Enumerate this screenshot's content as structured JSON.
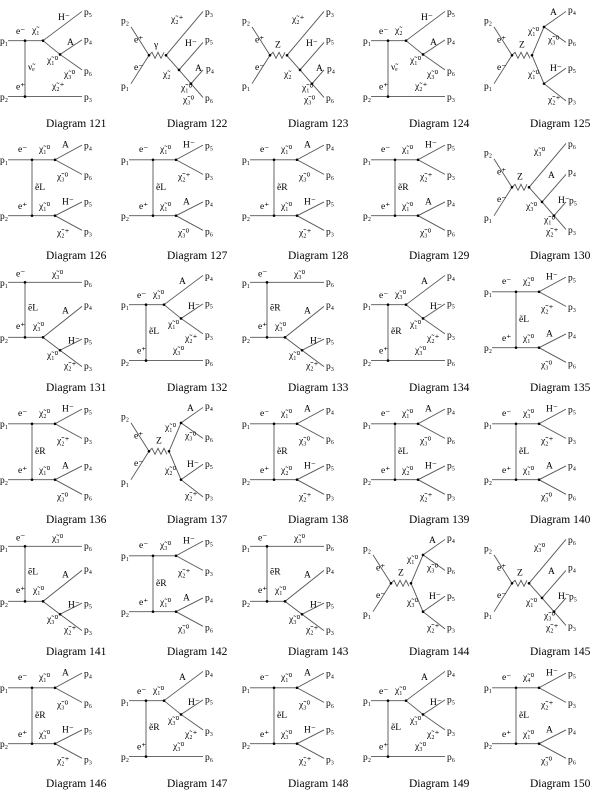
{
  "common": {
    "p1": "p₁",
    "p2": "p₂",
    "e_minus": "e⁻",
    "e_plus": "e⁺"
  },
  "diagrams": [
    {
      "caption": "Diagram 121",
      "type": "tc_top",
      "labels": [
        "χ̃₁",
        "H⁻",
        "p₅",
        "χ̃₁⁰",
        "A",
        "p₄",
        "χ̃₃⁰",
        "p₆",
        "ν̃ₑ",
        "χ̃₂⁺",
        "p₃"
      ]
    },
    {
      "caption": "Diagram 122",
      "type": "s_cascade",
      "labels": [
        "γ",
        "χ̃₂⁺",
        "p₃",
        "χ̃₂",
        "H⁻",
        "p₅",
        "χ̃₁⁰",
        "A",
        "p₄",
        "χ̃₃⁰",
        "p₆"
      ]
    },
    {
      "caption": "Diagram 123",
      "type": "s_cascade",
      "labels": [
        "Z",
        "χ̃₂⁺",
        "p₃",
        "χ̃₂",
        "H⁻",
        "p₅",
        "χ̃₁⁰",
        "A",
        "p₄",
        "χ̃₃⁰",
        "p₆"
      ]
    },
    {
      "caption": "Diagram 124",
      "type": "tc_top",
      "labels": [
        "χ̃₂",
        "H⁻",
        "p₅",
        "χ̃₁⁰",
        "A",
        "p₄",
        "χ̃₃⁰",
        "p₆",
        "ν̃ₑ",
        "χ̃₂⁺",
        "p₃"
      ]
    },
    {
      "caption": "Diagram 125",
      "type": "s_split",
      "labels": [
        "Z",
        "χ̃₁⁰",
        "A",
        "p₄",
        "χ̃₃⁰",
        "p₆",
        "χ̃₁⁰",
        "H⁻",
        "p₅",
        "χ̃₂⁺",
        "p₃"
      ]
    },
    {
      "caption": "Diagram 126",
      "type": "tt",
      "labels": [
        "χ̃₁⁰",
        "A",
        "p₄",
        "χ̃₃⁰",
        "p₆",
        "ẽL",
        "χ̃₁⁰",
        "H⁻",
        "p₅",
        "χ̃₂⁺",
        "p₃"
      ]
    },
    {
      "caption": "Diagram 127",
      "type": "tt",
      "labels": [
        "χ̃₁⁰",
        "H⁻",
        "p₅",
        "χ̃₂⁺",
        "p₃",
        "ẽL",
        "χ̃₁⁰",
        "A",
        "p₄",
        "χ̃₃⁰",
        "p₆"
      ]
    },
    {
      "caption": "Diagram 128",
      "type": "tt",
      "labels": [
        "χ̃₁⁰",
        "A",
        "p₄",
        "χ̃₃⁰",
        "p₆",
        "ẽR",
        "χ̃₁⁰",
        "H⁻",
        "p₅",
        "χ̃₂⁺",
        "p₃"
      ]
    },
    {
      "caption": "Diagram 129",
      "type": "tt",
      "labels": [
        "χ̃₁⁰",
        "H⁻",
        "p₅",
        "χ̃₂⁺",
        "p₃",
        "ẽR",
        "χ̃₁⁰",
        "A",
        "p₄",
        "χ̃₃⁰",
        "p₆"
      ]
    },
    {
      "caption": "Diagram 130",
      "type": "s_cascade",
      "labels": [
        "Z",
        "χ̃₃⁰",
        "p₆",
        "χ̃₃⁰",
        "A",
        "p₄",
        "χ̃₁⁰",
        "H⁻",
        "p₅",
        "χ̃₂⁺",
        "p₃"
      ]
    },
    {
      "caption": "Diagram 131",
      "type": "tc_bot",
      "labels": [
        "χ̃₃⁰",
        "p₆",
        "ẽL",
        "χ̃₃⁰",
        "A",
        "p₄",
        "χ̃₁⁰",
        "H⁻",
        "p₅",
        "χ̃₂⁺",
        "p₃"
      ]
    },
    {
      "caption": "Diagram 132",
      "type": "tc_top",
      "labels": [
        "χ̃₃⁰",
        "A",
        "p₄",
        "χ̃₁⁰",
        "H⁻",
        "p₅",
        "χ̃₂⁺",
        "p₃",
        "ẽL",
        "χ̃₃⁰",
        "p₆"
      ]
    },
    {
      "caption": "Diagram 133",
      "type": "tc_bot",
      "labels": [
        "χ̃₃⁰",
        "p₆",
        "ẽR",
        "χ̃₃⁰",
        "A",
        "p₄",
        "χ̃₁⁰",
        "H⁻",
        "p₅",
        "χ̃₂⁺",
        "p₃"
      ]
    },
    {
      "caption": "Diagram 134",
      "type": "tc_top",
      "labels": [
        "χ̃₃⁰",
        "A",
        "p₄",
        "χ̃₁⁰",
        "H⁻",
        "p₅",
        "χ̃₂⁺",
        "p₃",
        "ẽR",
        "χ̃₃⁰",
        "p₆"
      ]
    },
    {
      "caption": "Diagram 135",
      "type": "tt",
      "labels": [
        "χ̃₂⁰",
        "H⁻",
        "p₅",
        "χ̃₂⁺",
        "p₃",
        "ẽL",
        "χ̃₁⁰",
        "A",
        "p₄",
        "χ̃₃⁰",
        "p₆"
      ]
    },
    {
      "caption": "Diagram 136",
      "type": "tt",
      "labels": [
        "χ̃₂⁰",
        "H⁻",
        "p₅",
        "χ̃₂⁺",
        "p₃",
        "ẽR",
        "χ̃₁⁰",
        "A",
        "p₄",
        "χ̃₃⁰",
        "p₆"
      ]
    },
    {
      "caption": "Diagram 137",
      "type": "s_split",
      "labels": [
        "Z",
        "χ̃₁⁰",
        "A",
        "p₄",
        "χ̃₃⁰",
        "p₆",
        "χ̃₂⁰",
        "H⁻",
        "p₅",
        "χ̃₂⁺",
        "p₃"
      ]
    },
    {
      "caption": "Diagram 138",
      "type": "tt",
      "labels": [
        "χ̃₁⁰",
        "A",
        "p₄",
        "χ̃₃⁰",
        "p₆",
        "ẽR",
        "χ̃₂⁰",
        "H⁻",
        "p₅",
        "χ̃₂⁺",
        "p₃"
      ]
    },
    {
      "caption": "Diagram 139",
      "type": "tt",
      "labels": [
        "χ̃₁⁰",
        "A",
        "p₄",
        "χ̃₃⁰",
        "p₆",
        "ẽL",
        "χ̃₂⁰",
        "H⁻",
        "p₅",
        "χ̃₂⁺",
        "p₃"
      ]
    },
    {
      "caption": "Diagram 140",
      "type": "tt",
      "labels": [
        "χ̃₃⁰",
        "H⁻",
        "p₅",
        "χ̃₂⁺",
        "p₃",
        "ẽL",
        "χ̃₁⁰",
        "A",
        "p₄",
        "χ̃₃⁰",
        "p₆"
      ]
    },
    {
      "caption": "Diagram 141",
      "type": "tc_bot",
      "labels": [
        "χ̃₃⁰",
        "p₆",
        "ẽL",
        "χ̃₁⁰",
        "A",
        "p₄",
        "χ̃₃⁰",
        "H⁻",
        "p₅",
        "χ̃₂⁺",
        "p₃"
      ]
    },
    {
      "caption": "Diagram 142",
      "type": "tt",
      "labels": [
        "χ̃₃⁰",
        "H⁻",
        "p₅",
        "χ̃₂⁺",
        "p₃",
        "ẽR",
        "χ̃₁⁰",
        "A",
        "p₄",
        "χ̃₃⁰",
        "p₆"
      ]
    },
    {
      "caption": "Diagram 143",
      "type": "tc_bot",
      "labels": [
        "χ̃₃⁰",
        "p₆",
        "ẽR",
        "χ̃₁⁰",
        "A",
        "p₄",
        "χ̃₃⁰",
        "H⁻",
        "p₅",
        "χ̃₂⁺",
        "p₃"
      ]
    },
    {
      "caption": "Diagram 144",
      "type": "s_split",
      "labels": [
        "Z",
        "χ̃₁⁰",
        "A",
        "p₄",
        "χ̃₃⁰",
        "p₆",
        "χ̃₃⁰",
        "H⁻",
        "p₅",
        "χ̃₂⁺",
        "p₃"
      ]
    },
    {
      "caption": "Diagram 145",
      "type": "s_cascade",
      "labels": [
        "Z",
        "χ̃₃⁰",
        "p₆",
        "χ̃₁⁰",
        "A",
        "p₄",
        "χ̃₃⁰",
        "H⁻",
        "p₅",
        "χ̃₂⁺",
        "p₃"
      ]
    },
    {
      "caption": "Diagram 146",
      "type": "tt",
      "labels": [
        "χ̃₁⁰",
        "A",
        "p₄",
        "χ̃₃⁰",
        "p₆",
        "ẽR",
        "χ̃₃⁰",
        "H⁻",
        "p₅",
        "χ̃₂⁺",
        "p₃"
      ]
    },
    {
      "caption": "Diagram 147",
      "type": "tc_top",
      "labels": [
        "χ̃₁⁰",
        "A",
        "p₄",
        "χ̃₃⁰",
        "H⁻",
        "p₅",
        "χ̃₂⁺",
        "p₃",
        "ẽR",
        "χ̃₃⁰",
        "p₆"
      ]
    },
    {
      "caption": "Diagram 148",
      "type": "tt",
      "labels": [
        "χ̃₁⁰",
        "A",
        "p₄",
        "χ̃₃⁰",
        "p₆",
        "ẽL",
        "χ̃₃⁰",
        "H⁻",
        "p₅",
        "χ̃₂⁺",
        "p₃"
      ]
    },
    {
      "caption": "Diagram 149",
      "type": "tc_top",
      "labels": [
        "χ̃₁⁰",
        "A",
        "p₄",
        "χ̃₃⁰",
        "H⁻",
        "p₅",
        "χ̃₂⁺",
        "p₃",
        "ẽL",
        "χ̃₃⁰",
        "p₆"
      ]
    },
    {
      "caption": "Diagram 150",
      "type": "tt",
      "labels": [
        "χ̃₄⁰",
        "H⁻",
        "p₅",
        "χ̃₂⁺",
        "p₃",
        "ẽL",
        "χ̃₁⁰",
        "A",
        "p₄",
        "χ̃₃⁰",
        "p₆"
      ]
    }
  ]
}
